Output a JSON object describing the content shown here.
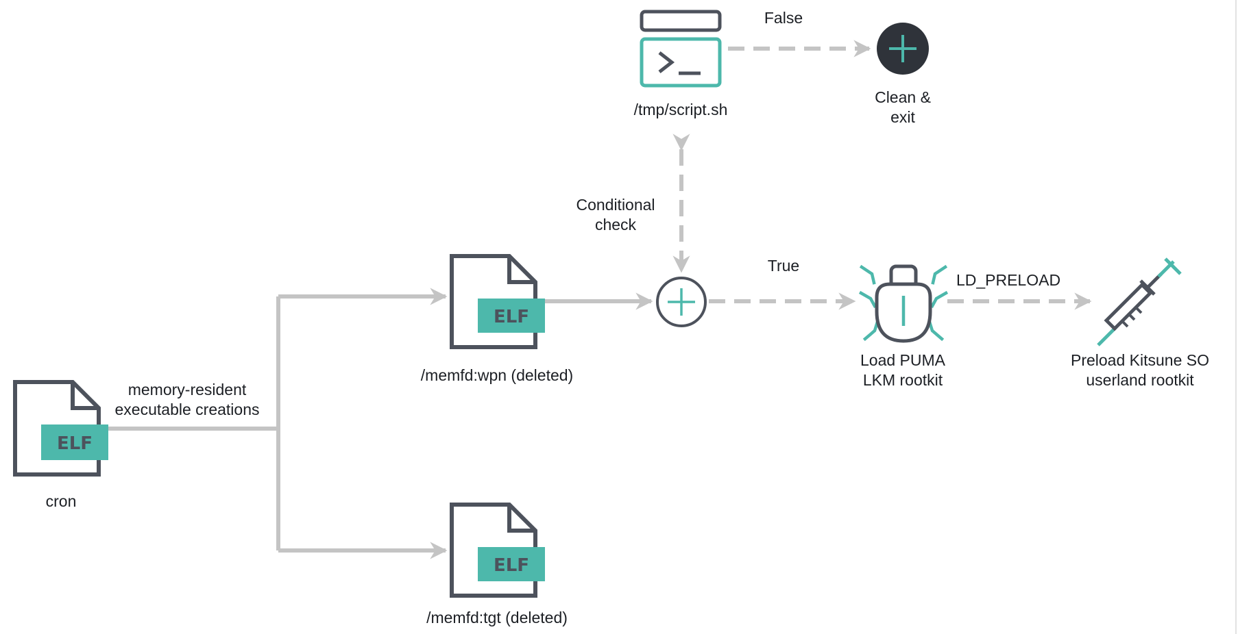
{
  "nodes": {
    "cron": {
      "label": "cron",
      "badge": "ELF",
      "icon": "elf-file-icon"
    },
    "memfd_wpn": {
      "label": "/memfd:wpn (deleted)",
      "badge": "ELF",
      "icon": "elf-file-icon"
    },
    "memfd_tgt": {
      "label": "/memfd:tgt (deleted)",
      "badge": "ELF",
      "icon": "elf-file-icon"
    },
    "script": {
      "label": "/tmp/script.sh",
      "icon": "terminal-icon"
    },
    "clean_exit": {
      "label_line1": "Clean &",
      "label_line2": "exit",
      "icon": "plus-circle-filled-icon"
    },
    "check": {
      "icon": "plus-circle-outline-icon"
    },
    "puma": {
      "label_line1": "Load PUMA",
      "label_line2": "LKM rootkit",
      "icon": "bug-icon"
    },
    "kitsune": {
      "label_line1": "Preload Kitsune SO",
      "label_line2": "userland rootkit",
      "icon": "syringe-icon"
    }
  },
  "edges": {
    "memory": {
      "line1": "memory-resident",
      "line2": "executable creations"
    },
    "conditional": {
      "line1": "Conditional",
      "line2": "check"
    },
    "false_label": "False",
    "true_label": "True",
    "ld_preload": "LD_PRELOAD"
  },
  "colors": {
    "dark": "#4d525c",
    "teal": "#4db8ab",
    "connector": "#c4c4c4",
    "text": "#1c1f24"
  }
}
